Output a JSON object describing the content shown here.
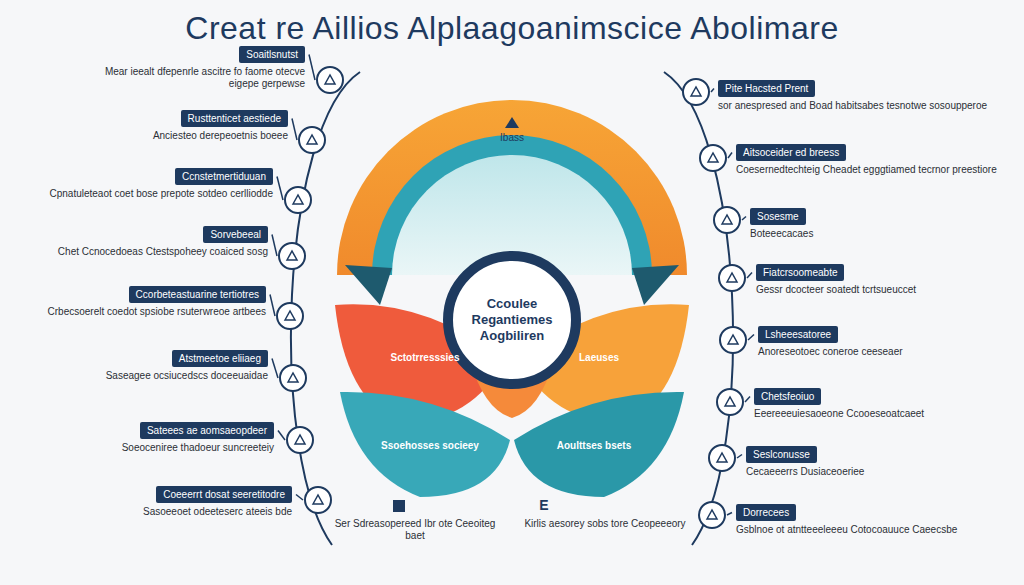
{
  "diagram": {
    "title": "Creat re Aillios Alplaagoanimscice Abolimare",
    "nodes": [
      {
        "text": [
          "Soaitlsnutst",
          "Mear ieealt dfepenrle ascitre fo faome otecve eigepe gerpewse"
        ]
      },
      {
        "text": [
          "Rusttenticet aestiede",
          "Anciesteo derepeoetnis boeee"
        ]
      },
      {
        "text": [
          "Ccnstetmertiduuan",
          "Cpnatuleteaot coet bose prepote sotdeo cerlliodde"
        ]
      },
      {
        "text": [
          "Sorvebeeal",
          "Chet Ccnocedoeas Ctestspoheey coaiced sosg"
        ]
      },
      {
        "text": [
          "Ccorbeteastuarine tertiotres",
          "Crbecsoerelt coedot spsiobe rsuterwreoe artbees"
        ]
      },
      {
        "text": [
          "Atstmeetoe eliiaeg",
          "Saseagee ocsiucedscs doceeuaidae"
        ]
      },
      {
        "text": [
          "Sateees ae aomsaeopdeer",
          "Soeoceniree thadoeur suncreeteiy"
        ]
      },
      {
        "text": [
          "Coeeerrt dosat seeretitodre",
          "Sasoeeoet odeeteserc ateeis bde"
        ]
      },
      {
        "text": [
          "Pite Hacsted Prent",
          "sor anespresed and Boad habitsabes tesnotwe sosoupperoe"
        ]
      },
      {
        "text": [
          "Aitsoceider ed breess",
          "Coesernedtechteig Cheadet egggtiamed tecrnor preestiore"
        ]
      },
      {
        "text": [
          "Sosesme",
          "Boteeecacaes"
        ]
      },
      {
        "text": [
          "Fiatcrsoomeabte",
          "Gessr dcocteer soatedt tcrtsueuccet"
        ]
      },
      {
        "text": [
          "Lsheeesatoree",
          "Anoreseotoec coneroe ceeseaer"
        ]
      },
      {
        "text": [
          "Chetsfeoiuo",
          "Eeereeeuiesaoeone Ccooeseoatcaeet"
        ]
      },
      {
        "text": [
          "Seslconusse",
          "Cecaeeerrs Dusiaceoeriee"
        ]
      },
      {
        "text": [
          "Dorrecees",
          "Gsblnoe ot atntteeeleeeu Cotocoauuce Caeecsbe"
        ]
      },
      {
        "text": [
          "Ccoulee Regantiemes Aogbiliren"
        ]
      },
      {
        "text": [
          "Sctotrresssies"
        ]
      },
      {
        "text": [
          "Laeuses"
        ]
      },
      {
        "text": [
          "Ssoehosses socieey"
        ]
      },
      {
        "text": [
          "Aoulttses bsets"
        ]
      }
    ],
    "labels": [
      "Ibass",
      "Ser Sdreasopereed Ibr ote Ceeoiteg baet",
      "Kirlis aesorey sobs tore Ceopeeeory",
      "E"
    ]
  }
}
